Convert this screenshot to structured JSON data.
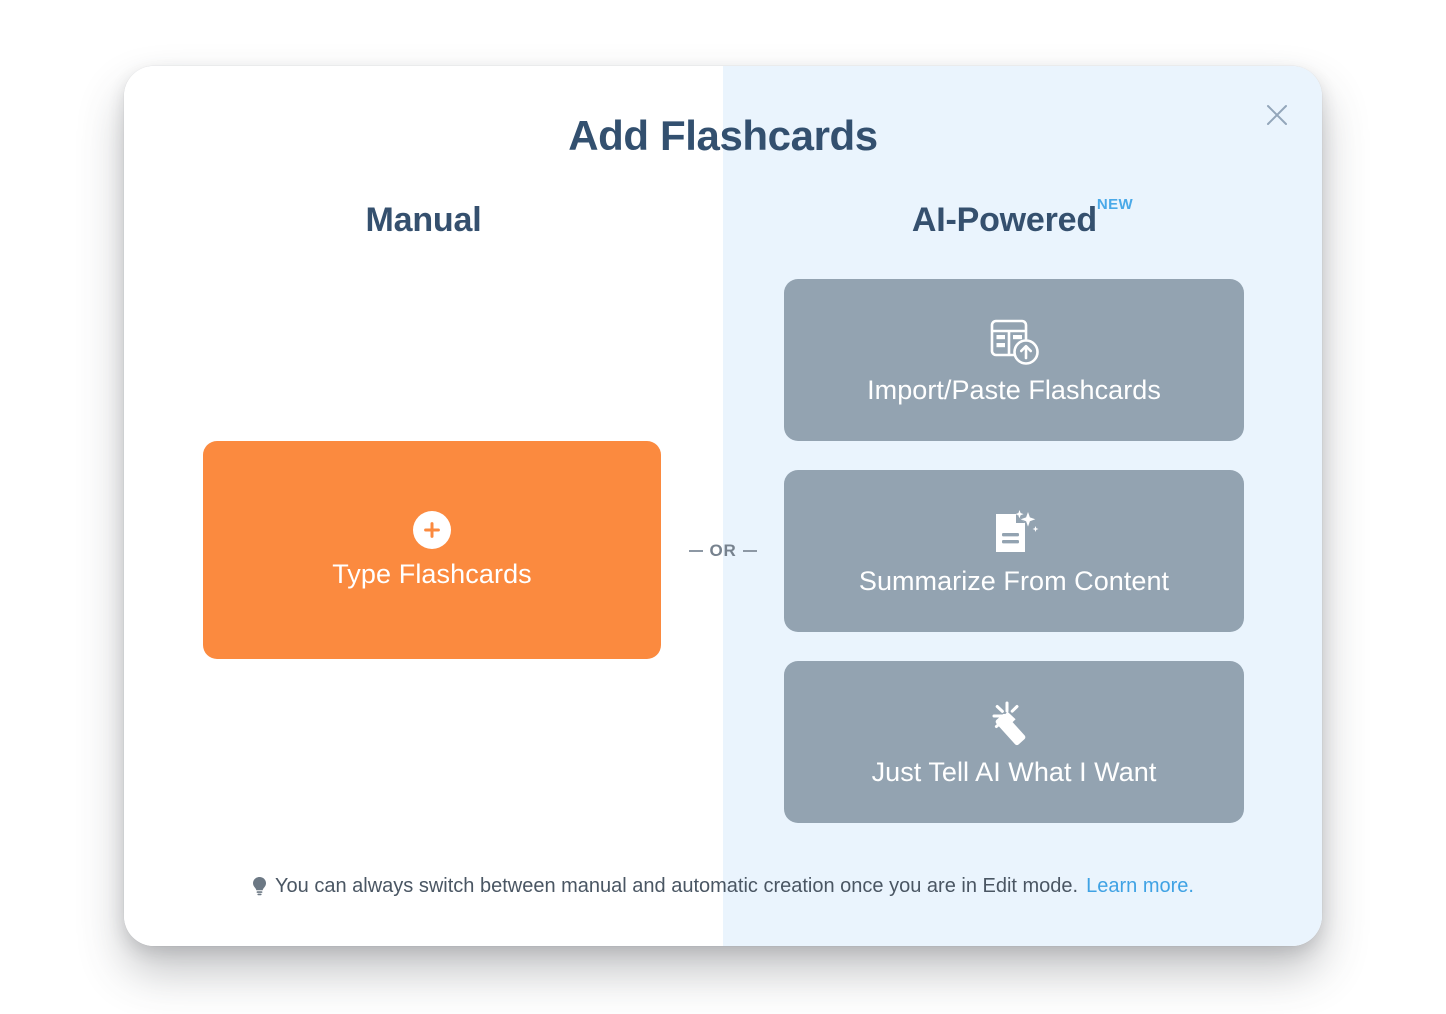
{
  "modal": {
    "title": "Add Flashcards",
    "close_label": "×",
    "columns": {
      "manual": {
        "heading": "Manual"
      },
      "ai": {
        "heading": "AI-Powered",
        "badge": "NEW"
      }
    },
    "manual_button": {
      "label": "Type Flashcards",
      "icon": "plus-circle-icon",
      "color": "#fb8a3f"
    },
    "divider": {
      "label": "OR"
    },
    "ai_buttons": [
      {
        "label": "Import/Paste Flashcards",
        "icon": "table-upload-icon"
      },
      {
        "label": "Summarize From Content",
        "icon": "document-sparkle-icon"
      },
      {
        "label": "Just Tell AI What I Want",
        "icon": "magic-wand-icon"
      }
    ],
    "ai_button_color": "#93a3b1",
    "footer": {
      "icon": "lightbulb-icon",
      "text": "You can always switch between manual and automatic creation once you are in Edit mode.",
      "link": "Learn more."
    },
    "colors": {
      "title": "#33506f",
      "panel_left": "#ffffff",
      "panel_right": "#eaf4fd",
      "accent_orange": "#fb8a3f",
      "accent_blue": "#3fa2e4",
      "badge_blue": "#4aa9e8"
    }
  }
}
